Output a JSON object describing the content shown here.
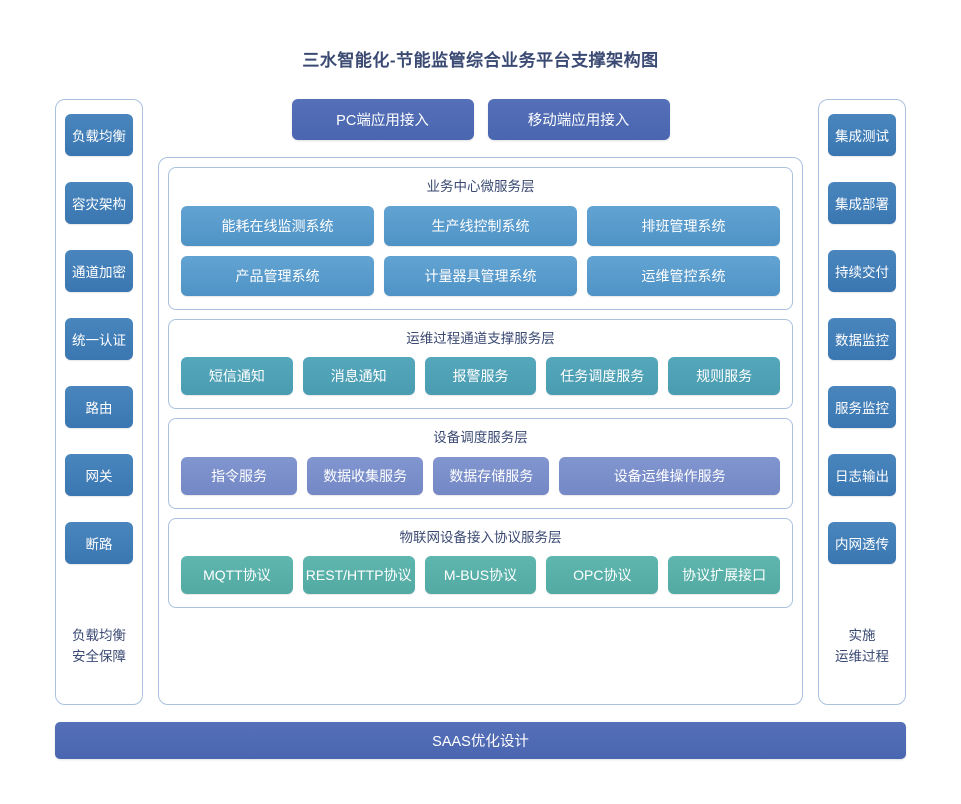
{
  "page": {
    "title": "三水智能化-节能监管综合业务平台支撑架构图"
  },
  "colors": {
    "title_text": "#3b4a73",
    "panel_border": "#aac2e0",
    "sidebar_chip": "#3f7cb6",
    "entry_chip": "#5570b8",
    "business_node": "#5b9bd5",
    "ops_node": "#4fa2b6",
    "device_node": "#7b8fcb",
    "iot_node": "#57b1a9",
    "bottom_bar": "#5570b8"
  },
  "left_sidebar": {
    "name": "负载均衡安全保障",
    "items": [
      {
        "label": "负载均衡"
      },
      {
        "label": "容灾架构"
      },
      {
        "label": "通道加密"
      },
      {
        "label": "统一认证"
      },
      {
        "label": "路由"
      },
      {
        "label": "网关"
      },
      {
        "label": "断路"
      }
    ],
    "footer_line1": "负载均衡",
    "footer_line2": "安全保障"
  },
  "right_sidebar": {
    "name": "实施运维过程",
    "items": [
      {
        "label": "集成测试"
      },
      {
        "label": "集成部署"
      },
      {
        "label": "持续交付"
      },
      {
        "label": "数据监控"
      },
      {
        "label": "服务监控"
      },
      {
        "label": "日志输出"
      },
      {
        "label": "内网透传"
      }
    ],
    "footer_line1": "实施",
    "footer_line2": "运维过程"
  },
  "entry_points": [
    {
      "label": "PC端应用接入"
    },
    {
      "label": "移动端应用接入"
    }
  ],
  "layers": [
    {
      "key": "business",
      "title": "业务中心微服务层",
      "rows": [
        [
          {
            "label": "能耗在线监测系统"
          },
          {
            "label": "生产线控制系统"
          },
          {
            "label": "排班管理系统"
          }
        ],
        [
          {
            "label": "产品管理系统"
          },
          {
            "label": "计量器具管理系统"
          },
          {
            "label": "运维管控系统"
          }
        ]
      ]
    },
    {
      "key": "ops",
      "title": "运维过程通道支撑服务层",
      "rows": [
        [
          {
            "label": "短信通知"
          },
          {
            "label": "消息通知"
          },
          {
            "label": "报警服务"
          },
          {
            "label": "任务调度服务"
          },
          {
            "label": "规则服务"
          }
        ]
      ]
    },
    {
      "key": "device",
      "title": "设备调度服务层",
      "rows": [
        [
          {
            "label": "指令服务"
          },
          {
            "label": "数据收集服务"
          },
          {
            "label": "数据存储服务"
          },
          {
            "label": "设备运维操作服务",
            "wide": true
          }
        ]
      ]
    },
    {
      "key": "iot",
      "title": "物联网设备接入协议服务层",
      "rows": [
        [
          {
            "label": "MQTT协议"
          },
          {
            "label": "REST/HTTP协议"
          },
          {
            "label": "M-BUS协议"
          },
          {
            "label": "OPC协议"
          },
          {
            "label": "协议扩展接口"
          }
        ]
      ]
    }
  ],
  "bottom_bar": {
    "label": "SAAS优化设计"
  }
}
